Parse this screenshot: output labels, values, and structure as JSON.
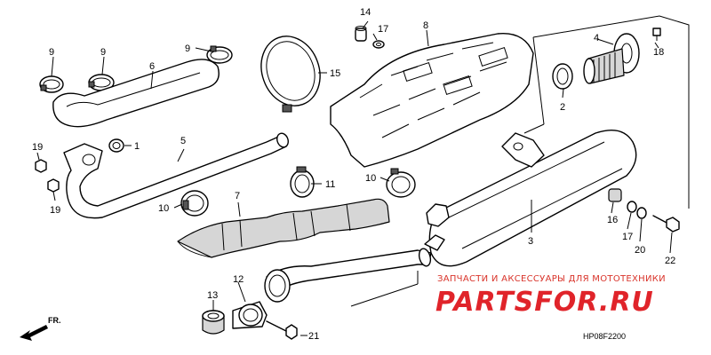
{
  "callouts": [
    {
      "id": "c14",
      "text": "14"
    },
    {
      "id": "c17a",
      "text": "17"
    },
    {
      "id": "c8",
      "text": "8"
    },
    {
      "id": "c4",
      "text": "4"
    },
    {
      "id": "c18",
      "text": "18"
    },
    {
      "id": "c9a",
      "text": "9"
    },
    {
      "id": "c9b",
      "text": "9"
    },
    {
      "id": "c9c",
      "text": "9"
    },
    {
      "id": "c6",
      "text": "6"
    },
    {
      "id": "c15",
      "text": "15"
    },
    {
      "id": "c2",
      "text": "2"
    },
    {
      "id": "c19a",
      "text": "19"
    },
    {
      "id": "c19b",
      "text": "19"
    },
    {
      "id": "c1",
      "text": "1"
    },
    {
      "id": "c5",
      "text": "5"
    },
    {
      "id": "c11",
      "text": "11"
    },
    {
      "id": "c10a",
      "text": "10"
    },
    {
      "id": "c10b",
      "text": "10"
    },
    {
      "id": "c7",
      "text": "7"
    },
    {
      "id": "c16",
      "text": "16"
    },
    {
      "id": "c17b",
      "text": "17"
    },
    {
      "id": "c20",
      "text": "20"
    },
    {
      "id": "c22",
      "text": "22"
    },
    {
      "id": "c3",
      "text": "3"
    },
    {
      "id": "c12",
      "text": "12"
    },
    {
      "id": "c13",
      "text": "13"
    },
    {
      "id": "c21",
      "text": "21"
    }
  ],
  "watermark": {
    "tagline": "ЗАПЧАСТИ И АКСЕССУАРЫ ДЛЯ МОТОТЕХНИКИ",
    "brand": "PARTSFOR.RU"
  },
  "direction_label": "FR.",
  "diagram_code": "HP08F2200"
}
